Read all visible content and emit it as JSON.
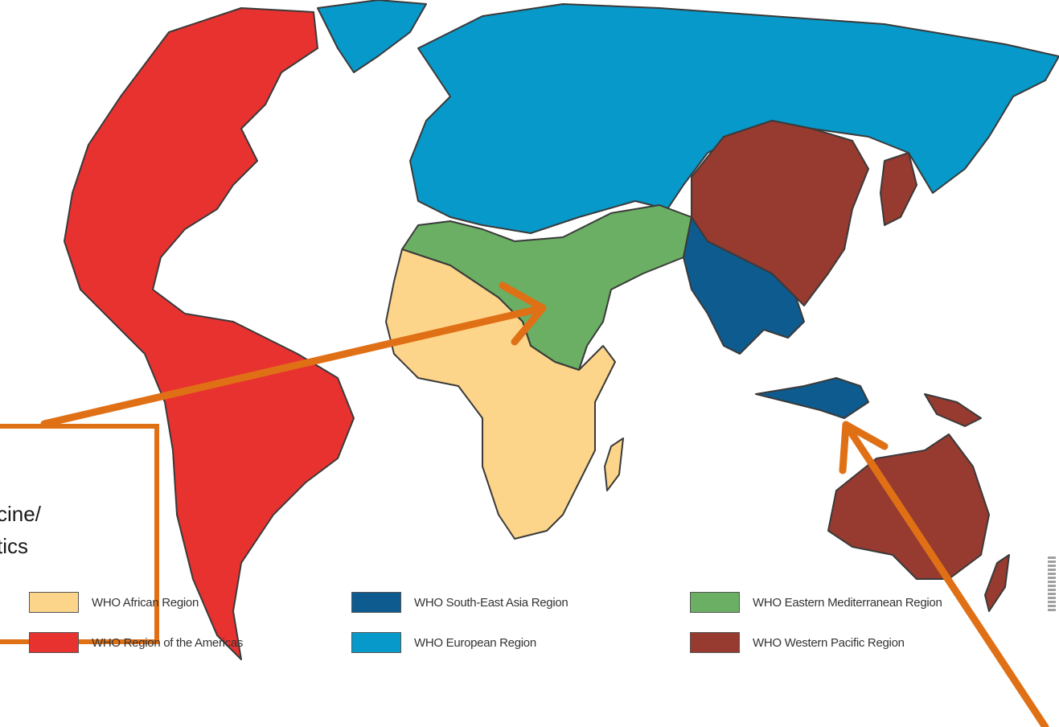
{
  "colors": {
    "african": "#fdd58a",
    "americas": "#e8322f",
    "south_east_asia": "#0d5b8f",
    "european": "#0799c9",
    "eastern_mediterranean": "#6aaf63",
    "western_pacific": "#973a2f",
    "arrow": "#e07016"
  },
  "callout": {
    "lines": "cine/\ntics"
  },
  "legend": [
    {
      "label": "WHO African Region",
      "color": "#fdd58a"
    },
    {
      "label": "WHO Region of the Americas",
      "color": "#e8322f"
    },
    {
      "label": "WHO  South-East Asia Region",
      "color": "#0d5b8f"
    },
    {
      "label": "WHO European Region",
      "color": "#0799c9"
    },
    {
      "label": "WHO Eastern Mediterranean Region",
      "color": "#6aaf63"
    },
    {
      "label": "WHO Western Pacific Region",
      "color": "#973a2f"
    }
  ]
}
